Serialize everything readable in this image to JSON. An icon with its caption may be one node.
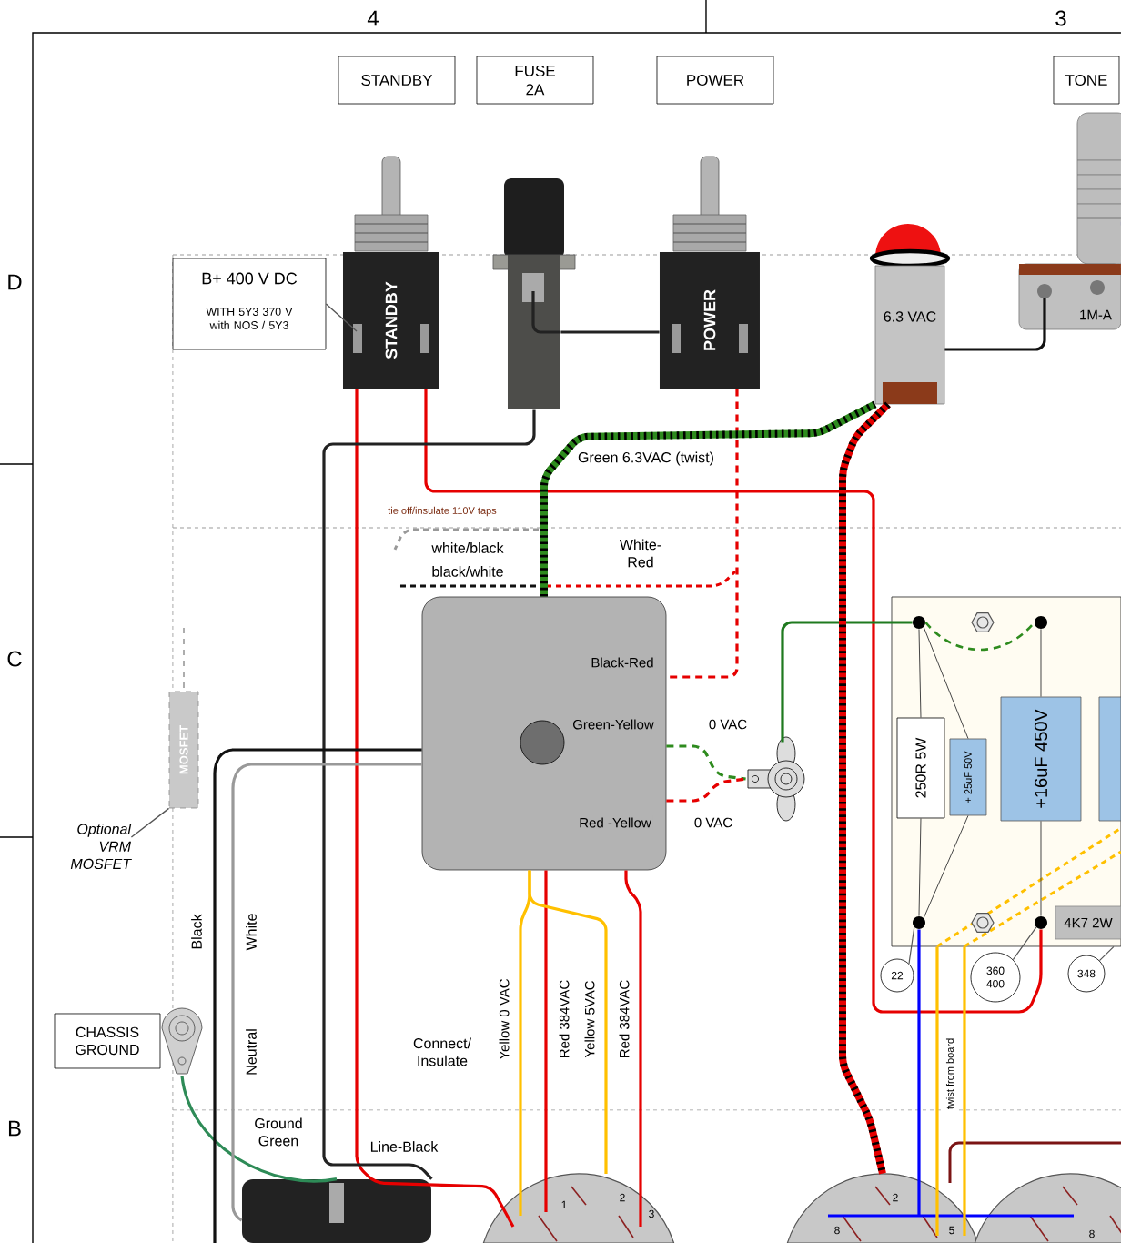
{
  "diagram": {
    "nodes": [
      {
        "text": [
          "STANDBY"
        ]
      },
      {
        "text": [
          "FUSE 2A"
        ]
      },
      {
        "text": [
          "POWER"
        ]
      },
      {
        "text": [
          "TONE"
        ]
      },
      {
        "text": [
          "B+ 400 V DC",
          "WITH 5Y3 370 V with NOS / 5Y3"
        ]
      },
      {
        "text": [
          "STANDBY"
        ]
      },
      {
        "text": [],
        "shape": "picture"
      },
      {
        "text": [
          "POWER"
        ]
      },
      {
        "text": [
          "6.3 VAC"
        ]
      },
      {
        "text": [
          "1M-A"
        ]
      },
      {
        "text": [],
        "shape": "box"
      },
      {
        "text": [
          "MOSFET"
        ]
      },
      {
        "text": [
          "Optional VRM MOSFET"
        ]
      },
      {
        "text": [
          "CHASSIS GROUND"
        ]
      },
      {
        "text": [],
        "shape": "picture"
      },
      {
        "text": [],
        "shape": "box"
      },
      {
        "text": [],
        "shape": "picture"
      },
      {
        "text": [],
        "shape": "box"
      },
      {
        "text": [
          "250R 5W"
        ],
        "in": 17
      },
      {
        "text": [
          "+ 25uF 50V"
        ],
        "in": 17
      },
      {
        "text": [
          "+16uF 450V"
        ],
        "in": 17
      },
      {
        "text": [],
        "shape": "box",
        "in": 17
      },
      {
        "text": [
          "4K7 2W"
        ],
        "in": 17
      },
      {
        "text": [
          "22"
        ]
      },
      {
        "text": [
          "360 400"
        ]
      },
      {
        "text": [
          "348"
        ]
      },
      {
        "text": [],
        "shape": "circle"
      },
      {
        "text": [],
        "shape": "circle"
      },
      {
        "text": [],
        "shape": "circle"
      },
      {
        "text": [],
        "shape": "dot",
        "in": 17
      },
      {
        "text": [],
        "shape": "dot",
        "in": 17
      },
      {
        "text": [],
        "shape": "dot",
        "in": 17
      },
      {
        "text": [],
        "shape": "dot",
        "in": 17
      }
    ],
    "edges": [
      {
        "from": 4,
        "to": 5,
        "arrow": "none",
        "color": "#555555"
      },
      {
        "from": 6,
        "to": 7,
        "arrow": "none",
        "color": "#222222"
      },
      {
        "from": 5,
        "to": 26,
        "arrow": "none",
        "color": "#e60000"
      },
      {
        "from": 5,
        "to": 32,
        "arrow": "none",
        "color": "#e60000"
      },
      {
        "from": 7,
        "to": 10,
        "arrow": "none",
        "color": "#e60000",
        "style": "dashed",
        "label": "Black-Red"
      },
      {
        "from": 10,
        "to": 8,
        "arrow": "none",
        "color": "#2e8b1e",
        "style": "thick",
        "label": "Green 6.3VAC (twist)"
      },
      {
        "from": 10,
        "to": 16,
        "arrow": "none",
        "color": "#2e8b1e",
        "style": "dashed",
        "label": "Green-Yellow"
      },
      {
        "from": 10,
        "to": 16,
        "arrow": "none",
        "color": "#e60000",
        "style": "dashed",
        "label": "Red -Yellow"
      },
      {
        "from": 16,
        "to": 29,
        "arrow": "none",
        "color": "#1f7a1f"
      },
      {
        "from": 10,
        "to": 26,
        "arrow": "none",
        "color": "#ffc000",
        "label": "Yellow 0 VAC"
      },
      {
        "from": 10,
        "to": 26,
        "arrow": "none",
        "color": "#e60000",
        "label": "Red 384VAC"
      },
      {
        "from": 10,
        "to": 26,
        "arrow": "none",
        "color": "#ffc000",
        "label": "Yellow 5VAC"
      },
      {
        "from": 10,
        "to": 26,
        "arrow": "none",
        "color": "#e60000",
        "label": "Red 384VAC"
      },
      {
        "from": 14,
        "to": 15,
        "arrow": "none",
        "color": "#2e8b57",
        "label": "Ground Green"
      },
      {
        "from": 6,
        "to": 15,
        "arrow": "none",
        "color": "#222222",
        "label": "Line-Black"
      },
      {
        "from": 10,
        "to": null,
        "arrow": "none",
        "color": "#111111",
        "label": "Black"
      },
      {
        "from": 10,
        "to": 15,
        "arrow": "none",
        "color": "#999999",
        "label": "White"
      },
      {
        "from": 8,
        "to": 27,
        "arrow": "none",
        "color": "#e60000",
        "style": "thick"
      },
      {
        "from": 31,
        "to": 27,
        "arrow": "none",
        "color": "#0000ff"
      },
      {
        "from": 27,
        "to": 28,
        "arrow": "none",
        "color": "#0000ff"
      },
      {
        "from": 17,
        "to": 27,
        "arrow": "none",
        "color": "#ffc000",
        "label": "twist from board"
      },
      {
        "from": 17,
        "to": 27,
        "arrow": "none",
        "color": "#ffc000"
      },
      {
        "from": 12,
        "to": 11,
        "arrow": "none",
        "color": "#555555"
      },
      {
        "from": 23,
        "to": 31,
        "arrow": "none",
        "color": "#555555"
      },
      {
        "from": 24,
        "to": 32,
        "arrow": "none",
        "color": "#555555"
      },
      {
        "from": 25,
        "to": 17,
        "arrow": "none",
        "color": "#555555"
      },
      {
        "from": 29,
        "to": 18,
        "arrow": "none",
        "color": "#444444"
      },
      {
        "from": 29,
        "to": 19,
        "arrow": "none",
        "color": "#444444"
      },
      {
        "from": 30,
        "to": 20,
        "arrow": "none",
        "color": "#444444"
      },
      {
        "from": 18,
        "to": 31,
        "arrow": "none",
        "color": "#444444"
      },
      {
        "from": 19,
        "to": 31,
        "arrow": "none",
        "color": "#444444"
      },
      {
        "from": 20,
        "to": 32,
        "arrow": "none",
        "color": "#444444"
      },
      {
        "from": 29,
        "to": 30,
        "arrow": "none",
        "color": "#2e8b1e",
        "style": "dashed"
      },
      {
        "from": 9,
        "to": 8,
        "arrow": "none",
        "color": "#111111"
      }
    ],
    "labels": [
      "4",
      "3",
      "D",
      "tie off/insulate 110V taps",
      "white/black",
      "black/white",
      "White-Red",
      "C",
      "0 VAC",
      "0 VAC",
      "Neutral",
      "Connect/ Insulate",
      "B",
      "1",
      "2",
      "3",
      "2",
      "8",
      "5",
      "8"
    ]
  }
}
